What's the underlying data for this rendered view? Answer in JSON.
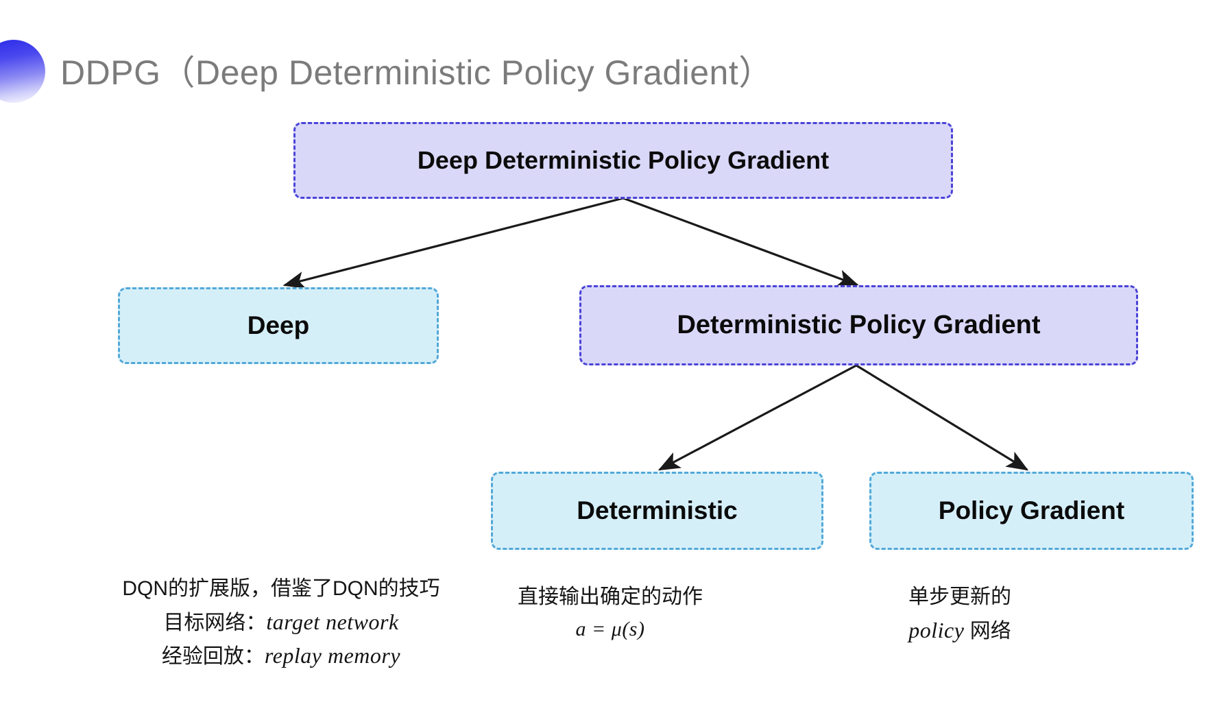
{
  "slide": {
    "title": "DDPG（Deep Deterministic Policy Gradient）",
    "background_color": "#ffffff",
    "title_color": "#7b7b7b",
    "decoration_icon": "gradient-circle-bullet"
  },
  "palette": {
    "purple_fill": "#dad8f8",
    "purple_border": "#4a44d8",
    "cyan_fill": "#d5eff9",
    "cyan_border": "#52a8d8",
    "arrow_color": "#1a1a1a",
    "decoration_start": "#2a2ae8",
    "decoration_end": "#ffffff"
  },
  "diagram": {
    "type": "tree",
    "nodes": [
      {
        "id": "ddpg",
        "label": "Deep Deterministic Policy Gradient",
        "style": "purple",
        "level": 0
      },
      {
        "id": "deep",
        "label": "Deep",
        "style": "cyan",
        "level": 1
      },
      {
        "id": "dpg",
        "label": "Deterministic Policy Gradient",
        "style": "purple",
        "level": 1
      },
      {
        "id": "det",
        "label": "Deterministic",
        "style": "cyan",
        "level": 2
      },
      {
        "id": "pg",
        "label": "Policy Gradient",
        "style": "cyan",
        "level": 2
      }
    ],
    "edges": [
      {
        "from": "ddpg",
        "to": "deep"
      },
      {
        "from": "ddpg",
        "to": "dpg"
      },
      {
        "from": "dpg",
        "to": "det"
      },
      {
        "from": "dpg",
        "to": "pg"
      }
    ]
  },
  "captions": {
    "deep": {
      "line1": "DQN的扩展版，借鉴了DQN的技巧",
      "line2_label": "目标网络：",
      "line2_math": "target network",
      "line3_label": "经验回放：",
      "line3_math": "replay memory"
    },
    "deterministic": {
      "line1": "直接输出确定的动作",
      "line2_math": "a = μ(s)"
    },
    "policy_gradient": {
      "line1": "单步更新的",
      "line2_math": "policy",
      "line2_suffix": " 网络"
    }
  }
}
